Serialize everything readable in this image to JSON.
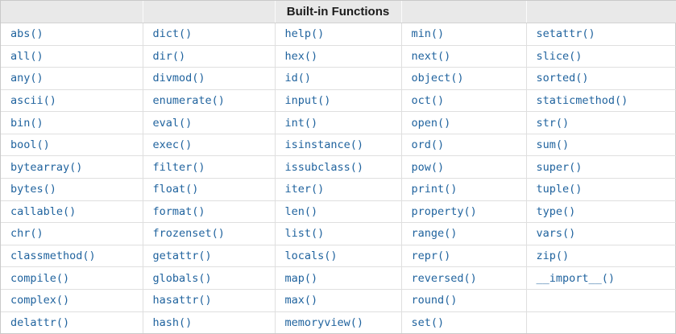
{
  "table": {
    "title": "Built-in Functions",
    "rows": [
      [
        "abs()",
        "dict()",
        "help()",
        "min()",
        "setattr()"
      ],
      [
        "all()",
        "dir()",
        "hex()",
        "next()",
        "slice()"
      ],
      [
        "any()",
        "divmod()",
        "id()",
        "object()",
        "sorted()"
      ],
      [
        "ascii()",
        "enumerate()",
        "input()",
        "oct()",
        "staticmethod()"
      ],
      [
        "bin()",
        "eval()",
        "int()",
        "open()",
        "str()"
      ],
      [
        "bool()",
        "exec()",
        "isinstance()",
        "ord()",
        "sum()"
      ],
      [
        "bytearray()",
        "filter()",
        "issubclass()",
        "pow()",
        "super()"
      ],
      [
        "bytes()",
        "float()",
        "iter()",
        "print()",
        "tuple()"
      ],
      [
        "callable()",
        "format()",
        "len()",
        "property()",
        "type()"
      ],
      [
        "chr()",
        "frozenset()",
        "list()",
        "range()",
        "vars()"
      ],
      [
        "classmethod()",
        "getattr()",
        "locals()",
        "repr()",
        "zip()"
      ],
      [
        "compile()",
        "globals()",
        "map()",
        "reversed()",
        "__import__()"
      ],
      [
        "complex()",
        "hasattr()",
        "max()",
        "round()",
        ""
      ],
      [
        "delattr()",
        "hash()",
        "memoryview()",
        "set()",
        ""
      ]
    ]
  },
  "colors": {
    "link_blue": "#20639e",
    "header_bg": "#e9e9e9",
    "header_text": "#1c1c1c",
    "border": "#dfdfdf",
    "outer_border": "#c9c9c9"
  }
}
